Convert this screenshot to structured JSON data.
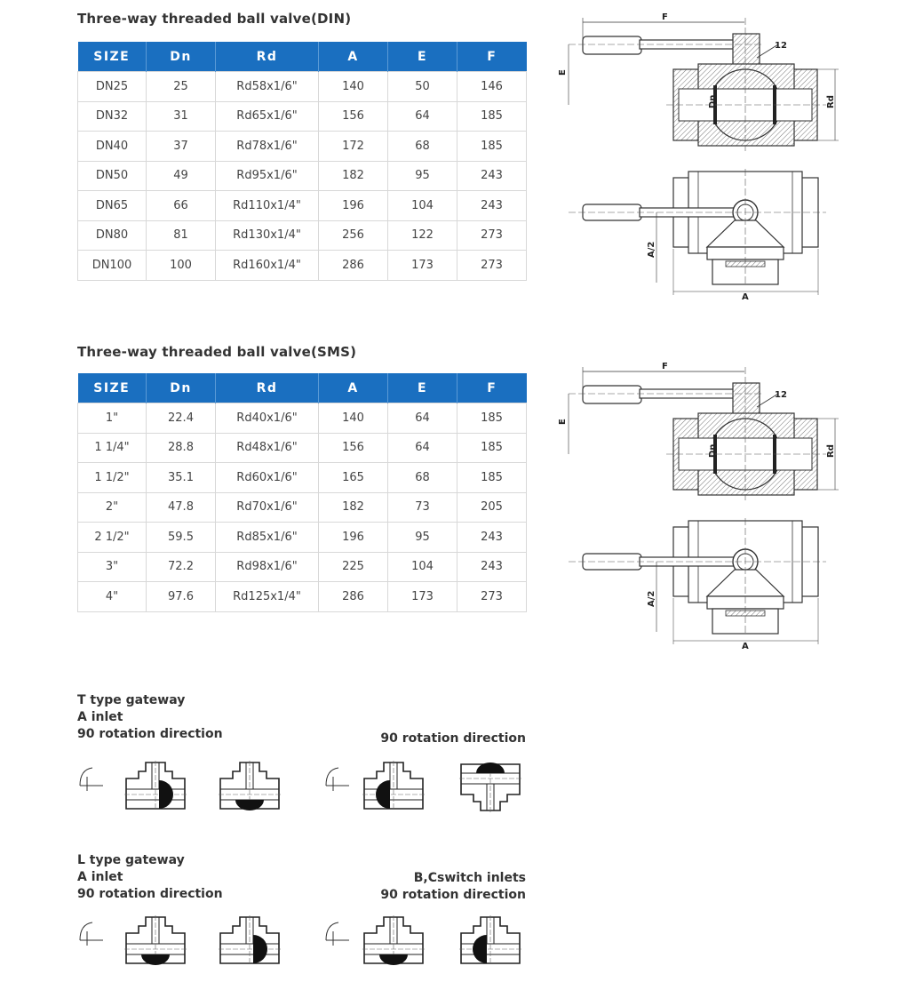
{
  "din": {
    "title": "Three-way threaded ball valve(DIN)",
    "headers": [
      "SIZE",
      "Dn",
      "Rd",
      "A",
      "E",
      "F"
    ],
    "rows": [
      [
        "DN25",
        "25",
        "Rd58x1/6\"",
        "140",
        "50",
        "146"
      ],
      [
        "DN32",
        "31",
        "Rd65x1/6\"",
        "156",
        "64",
        "185"
      ],
      [
        "DN40",
        "37",
        "Rd78x1/6\"",
        "172",
        "68",
        "185"
      ],
      [
        "DN50",
        "49",
        "Rd95x1/6\"",
        "182",
        "95",
        "243"
      ],
      [
        "DN65",
        "66",
        "Rd110x1/4\"",
        "196",
        "104",
        "243"
      ],
      [
        "DN80",
        "81",
        "Rd130x1/4\"",
        "256",
        "122",
        "273"
      ],
      [
        "DN100",
        "100",
        "Rd160x1/4\"",
        "286",
        "173",
        "273"
      ]
    ]
  },
  "sms": {
    "title": "Three-way threaded ball valve(SMS)",
    "headers": [
      "SIZE",
      "Dn",
      "Rd",
      "A",
      "E",
      "F"
    ],
    "rows": [
      [
        "1\"",
        "22.4",
        "Rd40x1/6\"",
        "140",
        "64",
        "185"
      ],
      [
        "1 1/4\"",
        "28.8",
        "Rd48x1/6\"",
        "156",
        "64",
        "185"
      ],
      [
        "1 1/2\"",
        "35.1",
        "Rd60x1/6\"",
        "165",
        "68",
        "185"
      ],
      [
        "2\"",
        "47.8",
        "Rd70x1/6\"",
        "182",
        "73",
        "205"
      ],
      [
        "2 1/2\"",
        "59.5",
        "Rd85x1/6\"",
        "196",
        "95",
        "243"
      ],
      [
        "3\"",
        "72.2",
        "Rd98x1/6\"",
        "225",
        "104",
        "243"
      ],
      [
        "4\"",
        "97.6",
        "Rd125x1/4\"",
        "286",
        "173",
        "273"
      ]
    ]
  },
  "drawing_labels": {
    "F": "F",
    "E": "E",
    "twelve": "12",
    "Dn": "Dn",
    "Rd": "Rd",
    "A_half": "A/2",
    "A": "A"
  },
  "t_type": {
    "left_label": [
      "T type gateway",
      "A inlet",
      "90 rotation direction"
    ],
    "right_label": [
      "90 rotation direction"
    ]
  },
  "l_type": {
    "left_label": [
      "L type gateway",
      "A inlet",
      "90 rotation direction"
    ],
    "right_label": [
      "B,Cswitch inlets",
      "90 rotation direction"
    ]
  },
  "colors": {
    "header_bg": "#1a6fc0",
    "header_text": "#ffffff",
    "border": "#d8d8d8"
  }
}
